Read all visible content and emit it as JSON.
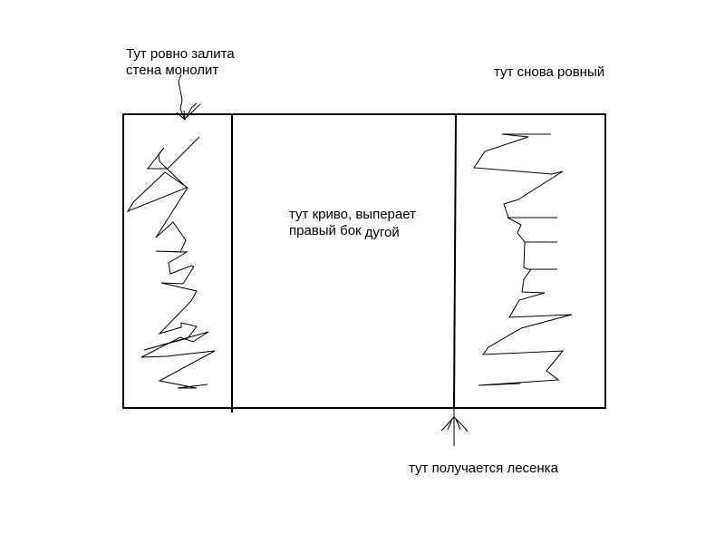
{
  "labels": {
    "top_left": {
      "line1": "Тут ровно залита",
      "line2": "стена монолит"
    },
    "top_right": "тут снова ровный",
    "center": {
      "line1": "тут криво, выперает",
      "line2": "правый бок",
      "line3": "дугой"
    },
    "bottom": "тут получается лесенка"
  },
  "colors": {
    "ink": "#000000",
    "background": "#ffffff"
  }
}
